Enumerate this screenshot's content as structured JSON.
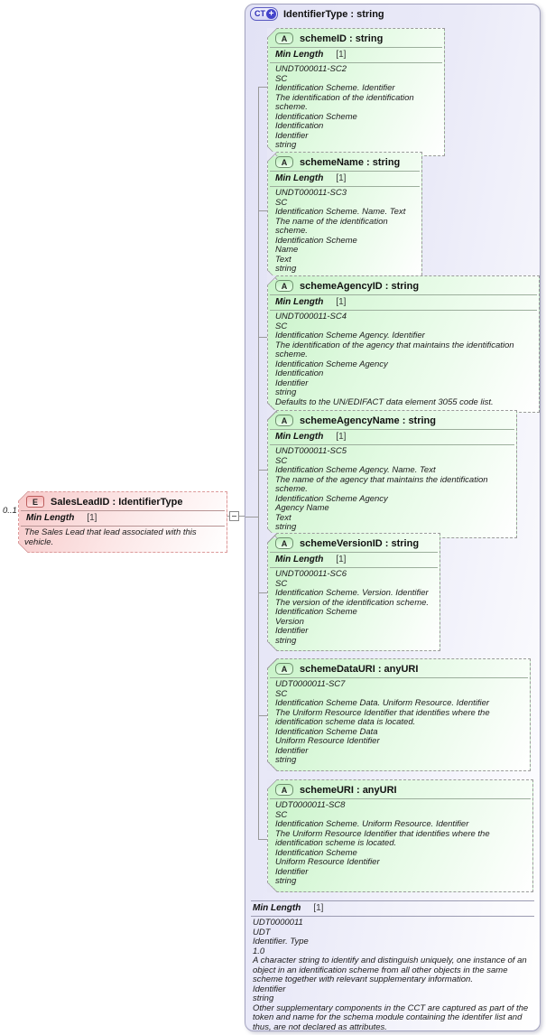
{
  "complex_type": {
    "icon_label": "CT",
    "icon_plus": "+",
    "title": "IdentifierType : string",
    "attribute_icon_label": "A",
    "attributes": [
      {
        "name": "schemeID",
        "title": "schemeID : string",
        "facet_name": "Min Length",
        "facet_value": "[1]",
        "annotation": [
          "UNDT000011-SC2",
          "SC",
          "Identification Scheme. Identifier",
          "The identification of the identification scheme.",
          "Identification Scheme",
          "Identification",
          "Identifier",
          "string"
        ]
      },
      {
        "name": "schemeName",
        "title": "schemeName : string",
        "facet_name": "Min Length",
        "facet_value": "[1]",
        "annotation": [
          "UNDT000011-SC3",
          "SC",
          "Identification Scheme. Name. Text",
          "The name of the identification scheme.",
          "Identification Scheme",
          "Name",
          "Text",
          "string"
        ]
      },
      {
        "name": "schemeAgencyID",
        "title": "schemeAgencyID : string",
        "facet_name": "Min Length",
        "facet_value": "[1]",
        "annotation": [
          "UNDT000011-SC4",
          "SC",
          "Identification Scheme Agency. Identifier",
          "The identification of the agency that maintains the identification scheme.",
          "Identification Scheme Agency",
          "Identification",
          "Identifier",
          "string",
          "Defaults to the UN/EDIFACT data element 3055 code list."
        ]
      },
      {
        "name": "schemeAgencyName",
        "title": "schemeAgencyName : string",
        "facet_name": "Min Length",
        "facet_value": "[1]",
        "annotation": [
          "UNDT000011-SC5",
          "SC",
          "Identification Scheme Agency. Name. Text",
          "The name of the agency that maintains the identification scheme.",
          "Identification Scheme Agency",
          "Agency Name",
          "Text",
          "string"
        ]
      },
      {
        "name": "schemeVersionID",
        "title": "schemeVersionID : string",
        "facet_name": "Min Length",
        "facet_value": "[1]",
        "annotation": [
          "UNDT000011-SC6",
          "SC",
          "Identification Scheme. Version. Identifier",
          "The version of the identification scheme.",
          "Identification Scheme",
          "Version",
          "Identifier",
          "string"
        ]
      },
      {
        "name": "schemeDataURI",
        "title": "schemeDataURI : anyURI",
        "annotation": [
          "UDT0000011-SC7",
          "SC",
          "Identification Scheme Data. Uniform Resource. Identifier",
          "The Uniform Resource Identifier that identifies where the identification scheme data is located.",
          "Identification Scheme Data",
          "Uniform Resource Identifier",
          "Identifier",
          "string"
        ]
      },
      {
        "name": "schemeURI",
        "title": "schemeURI : anyURI",
        "annotation": [
          "UDT0000011-SC8",
          "SC",
          "Identification Scheme. Uniform Resource. Identifier",
          "The Uniform Resource Identifier that identifies where the identification scheme is located.",
          "Identification Scheme",
          "Uniform Resource Identifier",
          "Identifier",
          "string"
        ]
      }
    ],
    "facet_name": "Min Length",
    "facet_value": "[1]",
    "annotation": [
      "UDT0000011",
      "UDT",
      "Identifier. Type",
      "1.0",
      "A character string to identify and distinguish uniquely, one instance of an object in an identification scheme from all other objects in the same scheme together with relevant supplementary information.",
      "Identifier",
      "string",
      "Other supplementary components in the CCT are captured as part of the token and name for the schema module containing the identifer list and thus, are not declared as attributes."
    ]
  },
  "element": {
    "icon_label": "E",
    "cardinality": "0..1",
    "title": "SalesLeadID : IdentifierType",
    "facet_name": "Min Length",
    "facet_value": "[1]",
    "annotation": [
      "The Sales Lead that lead associated with this vehicle."
    ]
  },
  "colors": {
    "attribute_green": "#c9f3c9",
    "element_pink": "#f7caca",
    "container_lavender": "#e2e2f5",
    "connector_gray": "#9a9a9a"
  }
}
